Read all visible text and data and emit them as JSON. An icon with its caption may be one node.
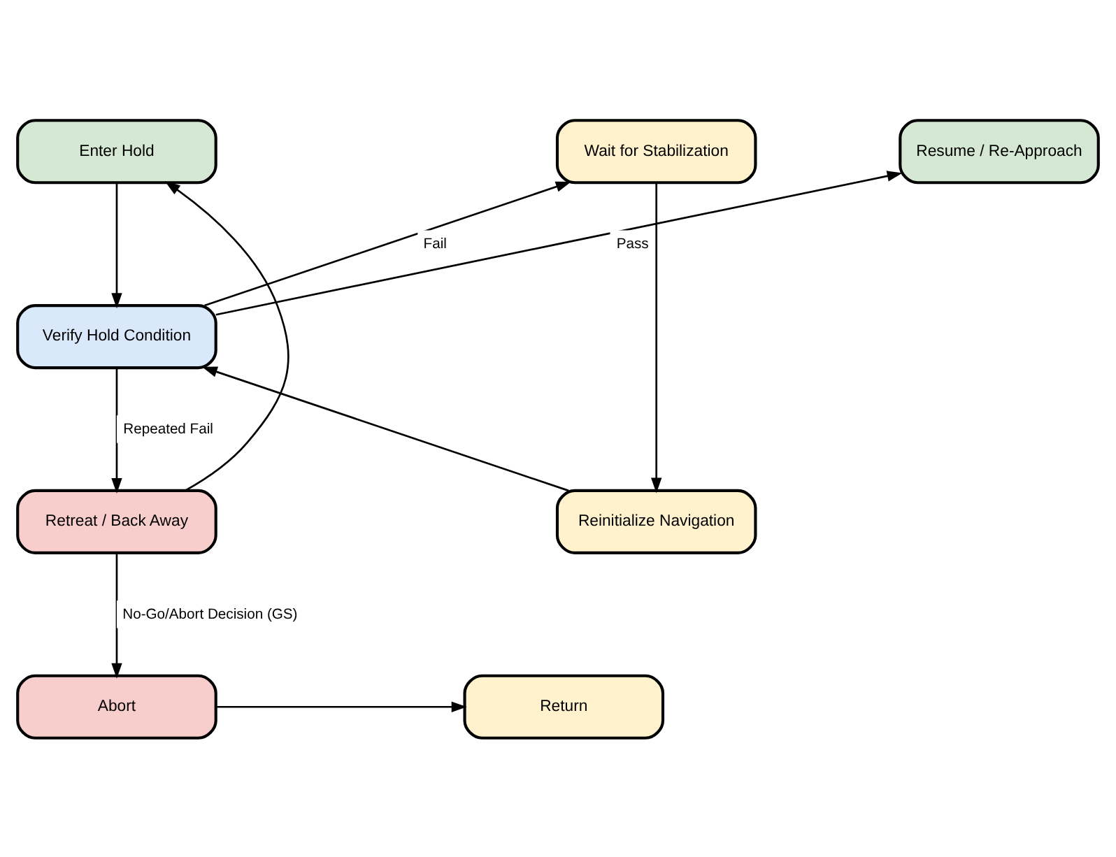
{
  "diagram": {
    "nodes": [
      {
        "text": [
          "Enter Hold"
        ]
      },
      {
        "text": [
          "Resume / Re-Approach"
        ]
      },
      {
        "text": [
          "Wait for Stabilization"
        ]
      },
      {
        "text": [
          "Verify Hold Condition"
        ]
      },
      {
        "text": [
          "Retreat / Back Away"
        ]
      },
      {
        "text": [
          "Reinitialize Navigation"
        ]
      },
      {
        "text": [
          "Abort"
        ]
      },
      {
        "text": [
          "Return"
        ]
      }
    ],
    "edges": [
      {
        "from": 0,
        "to": 3,
        "arrow": "to"
      },
      {
        "from": 3,
        "to": 1,
        "arrow": "to",
        "label": "Pass"
      },
      {
        "from": 3,
        "to": 2,
        "arrow": "to",
        "label": "Fail"
      },
      {
        "from": 2,
        "to": 5,
        "arrow": "to"
      },
      {
        "from": 5,
        "to": 3,
        "arrow": "to"
      },
      {
        "from": 3,
        "to": 4,
        "arrow": "to",
        "label": "Repeated Fail"
      },
      {
        "from": 4,
        "to": 0,
        "arrow": "to"
      },
      {
        "from": 4,
        "to": 6,
        "arrow": "to",
        "label": "No-Go/Abort Decision (GS)"
      },
      {
        "from": 6,
        "to": 7,
        "arrow": "to"
      }
    ]
  }
}
